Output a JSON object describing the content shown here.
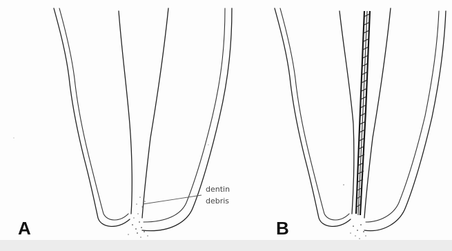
{
  "panels": {
    "a": {
      "letter": "A"
    },
    "b": {
      "letter": "B"
    }
  },
  "annotation": {
    "line1": "dentin",
    "line2": "debris"
  },
  "colors": {
    "ink": "#222222",
    "background": "#fdfdfd",
    "bottom_strip": "#ececec"
  }
}
